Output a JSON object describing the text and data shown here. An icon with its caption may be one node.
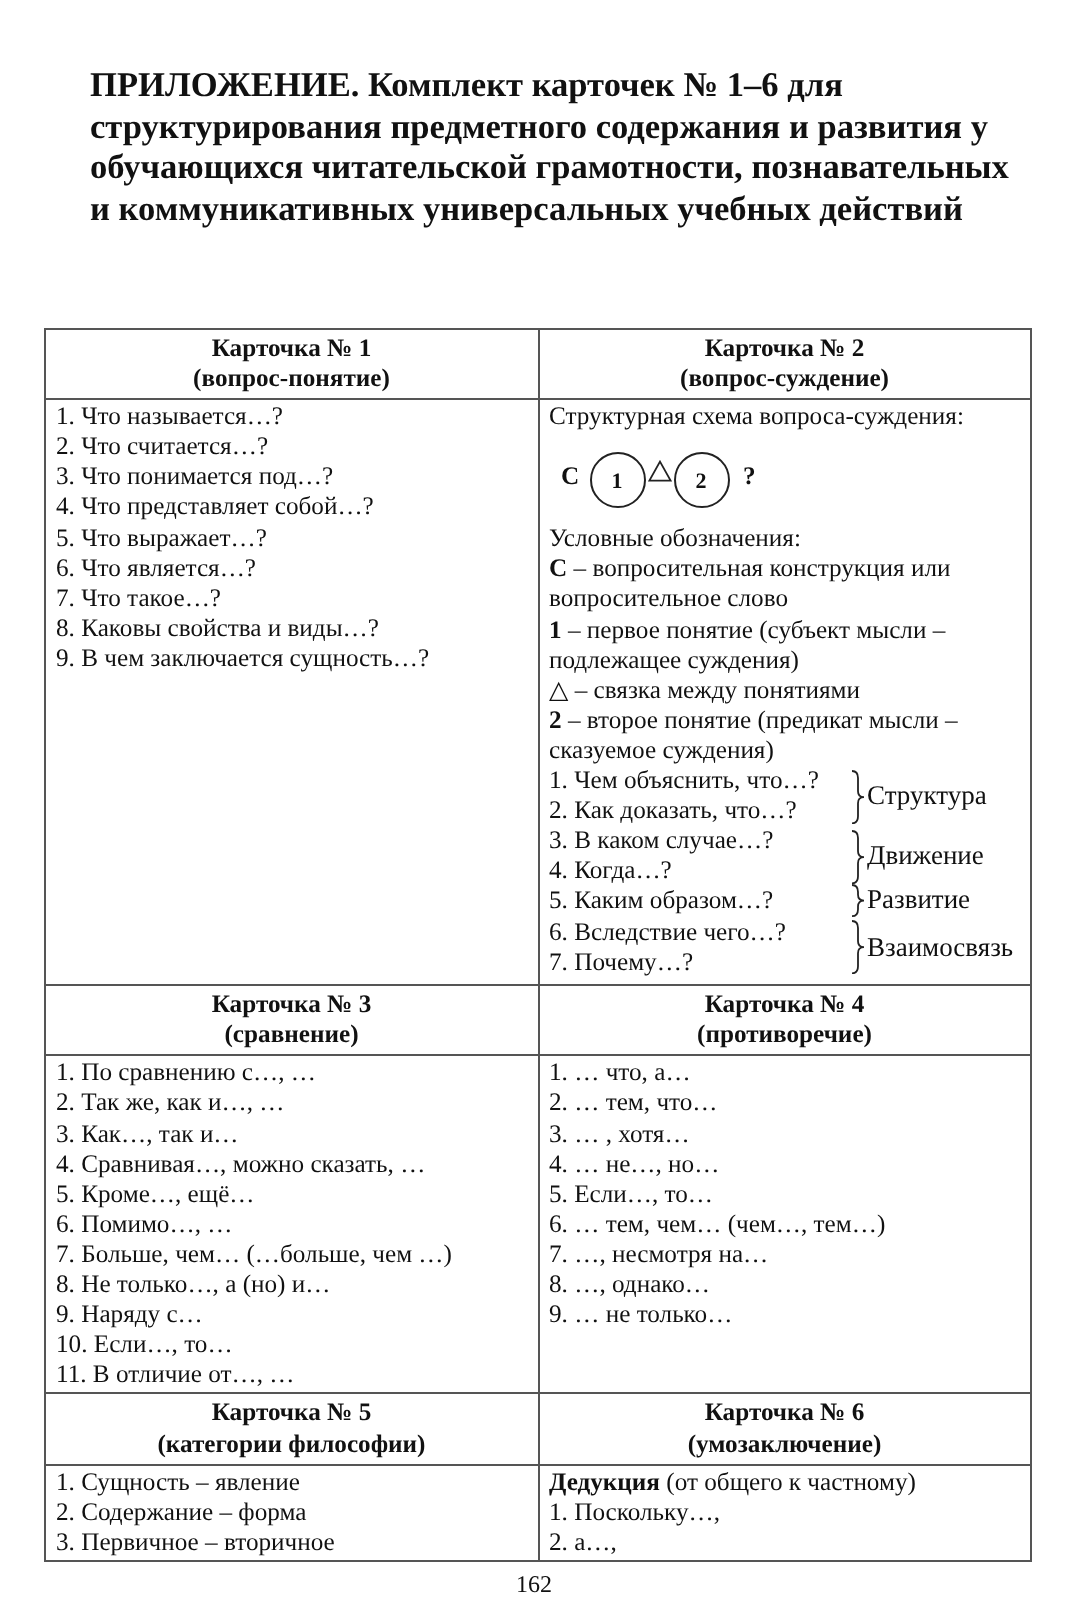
{
  "diagram": {
    "title": "ПРИЛОЖЕНИЕ. Комплект карточек № 1–6 для структурирования предметного содержания и развития у обучающихся читательской грамотности, познавательных и коммуникативных универсальных учебных действий",
    "labels": [
      "Карточка № 1",
      "(вопрос-понятие)",
      "Карточка № 2",
      "(вопрос-суждение)",
      "1. Что называется…?",
      "2. Что считается…?",
      "3. Что понимается под…?",
      "4. Что представляет собой…?",
      "5. Что выражает…?",
      "6. Что является…?",
      "7. Что такое…?",
      "8. Каковы свойства и виды…?",
      "9. В чем заключается сущность…?",
      "Структурная схема вопроса-суждения:",
      "С",
      "1",
      "2",
      "?",
      "Условные обозначения:",
      "**С** – вопросительная конструкция или вопросительное слово",
      "**1** – первое понятие (субъект мысли – подлежащее суждения)",
      "△ – связка между понятиями",
      "**2** – второе понятие (предикат мысли – сказуемое суждения)",
      "1. Чем объяснить, что…?",
      "2. Как доказать, что…?",
      "3. В каком случае…?",
      "4. Когда…?",
      "5. Каким образом…?",
      "6. Вследствие чего…?",
      "7. Почему…?",
      "Структура",
      "Движение",
      "Развитие",
      "Взаимосвязь",
      "Карточка № 3",
      "(сравнение)",
      "Карточка № 4",
      "(противоречие)",
      "1. По сравнению с…, …",
      "2. Так же, как и…, …",
      "3. Как…, так и…",
      "4. Сравнивая…, можно сказать, …",
      "5. Кроме…, ещё…",
      "6. Помимо…, …",
      "7. Больше, чем… (…больше, чем …)",
      "8. Не только…, а (но) и…",
      "9. Наряду с…",
      "10. Если…, то…",
      "11. В отличие от…, …",
      "1. … что, а…",
      "2. … тем, что…",
      "3. … , хотя…",
      "4. … не…, но…",
      "5. Если…, то…",
      "6. … тем, чем… (чем…, тем…)",
      "7. …, несмотря на…",
      "8. …, однако…",
      "9. … не только…",
      "Карточка № 5",
      "(категории философии)",
      "Карточка № 6",
      "(умозаключение)",
      "1. Сущность – явление",
      "2. Содержание – форма",
      "3. Первичное – вторичное",
      "**Дедукция** (от общего к частному)",
      "1. Поскольку…,",
      "2. а…,",
      "162"
    ]
  }
}
